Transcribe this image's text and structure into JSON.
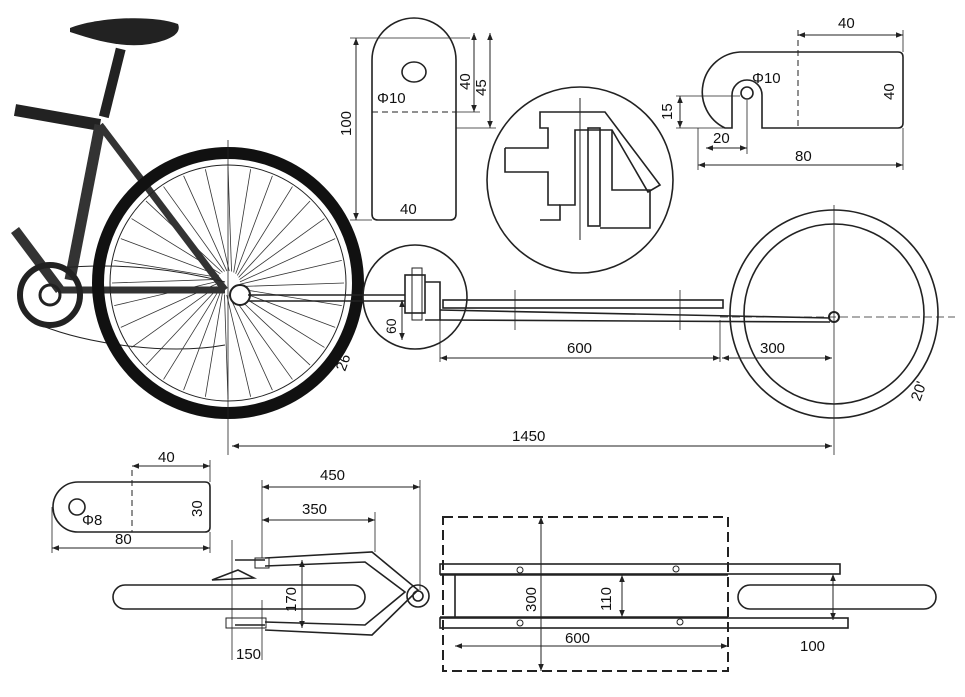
{
  "wheel_labels": {
    "bicycle_wheel": "26'",
    "trailer_wheel": "20'"
  },
  "side_view": {
    "hitch_drop": "60",
    "bar_length": "600",
    "bar_to_axle": "300",
    "wheelbase": "1450"
  },
  "hitch_plate": {
    "diameter": "Φ10",
    "hole_offset": "40",
    "plate_height": "45",
    "total_length": "100",
    "width": "40"
  },
  "axle_dropout": {
    "top_width": "40",
    "diameter": "Φ10",
    "slot_offset": "15",
    "slot_depth": "20",
    "total_length": "80",
    "height": "40"
  },
  "small_plate": {
    "hole_dim": "40",
    "diameter": "Φ8",
    "height": "30",
    "length": "80"
  },
  "plan_view": {
    "drawbar_length": "450",
    "drawbar_inner": "350",
    "fork_width": "170",
    "axle_stub": "150",
    "box_width": "300",
    "frame_width": "110",
    "box_length": "600",
    "wheel_offset": "100"
  },
  "colors": {
    "ink": "#222222",
    "paper": "#ffffff"
  }
}
